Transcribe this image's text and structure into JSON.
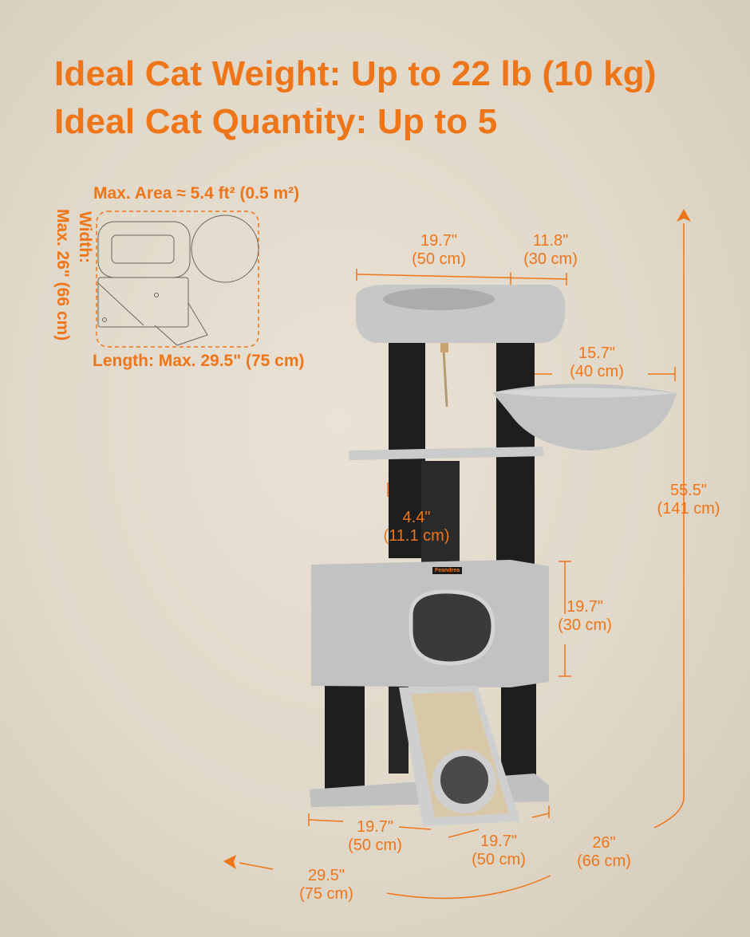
{
  "headline": {
    "weight": "Ideal Cat Weight: Up to 22 lb (10 kg)",
    "quantity": "Ideal Cat Quantity: Up to 5"
  },
  "footprint": {
    "area": "Max. Area ≈ 5.4 ft² (0.5 m²)",
    "width_title": "Width:",
    "width": "Max. 26\" (66 cm)",
    "length": "Length: Max. 29.5\" (75 cm)"
  },
  "dimensions": {
    "top_perch_width": [
      "19.7\"",
      "(50 cm)"
    ],
    "top_perch_depth": [
      "11.8\"",
      "(30 cm)"
    ],
    "basket": [
      "15.7\"",
      "(40 cm)"
    ],
    "total_height": [
      "55.5\"",
      "(141 cm)"
    ],
    "post": [
      "4.4\"",
      "(11.1 cm)"
    ],
    "condo_height": [
      "19.7\"",
      "(30 cm)"
    ],
    "base_width": [
      "19.7\"",
      "(50 cm)"
    ],
    "base_depth": [
      "19.7\"",
      "(50 cm)"
    ],
    "overall_width": [
      "26\"",
      "(66 cm)"
    ],
    "overall_length": [
      "29.5\"",
      "(75 cm)"
    ]
  },
  "brand": "Feandrea",
  "colors": {
    "accent": "#ef7519",
    "plush": "#c4c4c4",
    "post": "#1e1e1e"
  }
}
